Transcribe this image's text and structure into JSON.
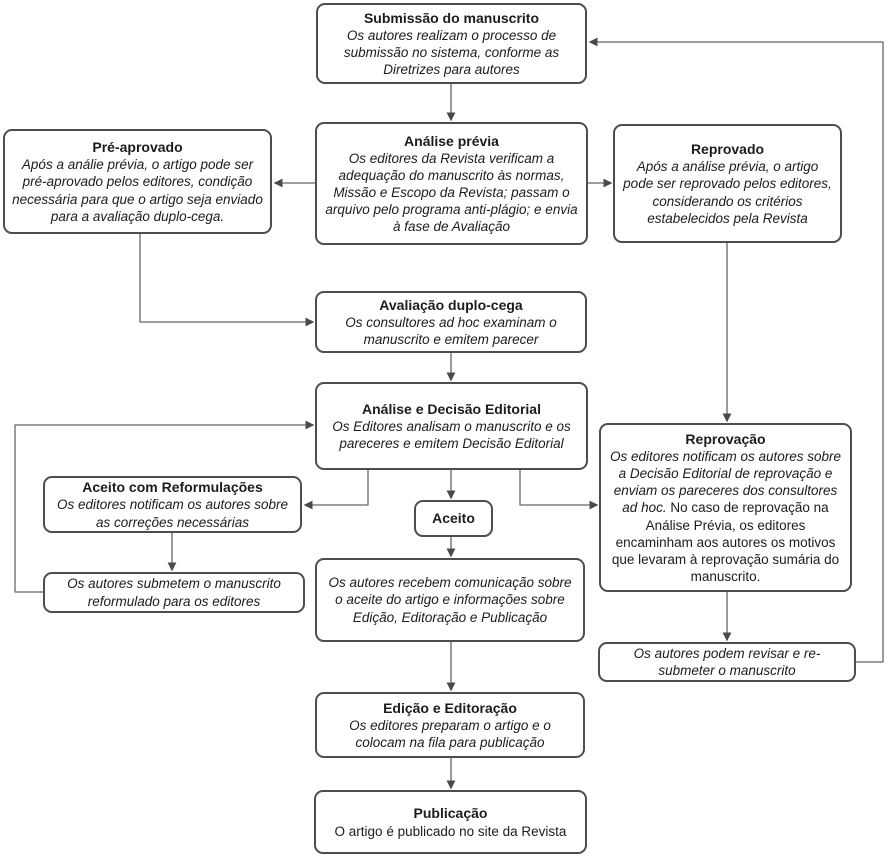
{
  "diagram": {
    "type": "flowchart",
    "language": "pt-BR",
    "colors": {
      "box_border": "#4d4d4d",
      "box_fill": "#ffffff",
      "connector": "#666666",
      "arrowhead": "#4a4a4a",
      "text": "#1c1c1c"
    },
    "nodes": {
      "submissao": {
        "title": "Submissão do manuscrito",
        "body": "Os autores realizam o processo de submissão no sistema, conforme as Diretrizes para autores"
      },
      "pre_aprovado": {
        "title": "Pré-aprovado",
        "body": "Após a análie prévia, o artigo pode ser pré-aprovado pelos editores, condição necessária para que o artigo seja enviado para a avaliação duplo-cega."
      },
      "analise_previa": {
        "title": "Análise prévia",
        "body": "Os editores da Revista verificam a adequação do manuscrito às normas, Missão e Escopo da Revista; passam o arquivo pelo programa anti-plágio; e envia à fase de Avaliação"
      },
      "reprovado": {
        "title": "Reprovado",
        "body": "Após a análise prévia, o artigo pode ser reprovado pelos editores, considerando os critérios estabelecidos pela Revista"
      },
      "avaliacao": {
        "title": "Avaliação duplo-cega",
        "body": "Os consultores ad hoc examinam o manuscrito e emitem parecer"
      },
      "analise_decisao": {
        "title": "Análise e Decisão Editorial",
        "body": "Os Editores analisam o manuscrito e os pareceres e emitem Decisão Editorial"
      },
      "reprovacao": {
        "title": "Reprovação",
        "body_italic": "Os editores notificam os autores sobre a Decisão Editorial de reprovação e enviam os pareceres dos consultores ad hoc.",
        "body_regular": " No caso de reprovação na Análise Prévia, os editores encaminham aos autores os motivos que levaram à reprovação sumária do manuscrito."
      },
      "aceito_reformulacoes": {
        "title": "Aceito com Reformulações",
        "body": "Os editores notificam os autores sobre as correções necessárias"
      },
      "aceito": {
        "title": "Aceito"
      },
      "submetem_reformulado": {
        "body": "Os autores submetem o manuscrito reformulado para os editores"
      },
      "recebem_comunicacao": {
        "body": "Os autores recebem comunicação sobre o aceite do artigo e informações sobre Edição, Editoração e Publicação"
      },
      "podem_revisar": {
        "body": "Os autores podem revisar e re-submeter o manuscrito"
      },
      "edicao": {
        "title": "Edição e Editoração",
        "body": "Os editores preparam o artigo e o colocam na fila para publicação"
      },
      "publicacao": {
        "title": "Publicação",
        "body": "O artigo é publicado no site da Revista"
      }
    },
    "edges": [
      "submissao -> analise_previa",
      "analise_previa -> pre_aprovado",
      "analise_previa -> reprovado",
      "pre_aprovado -> avaliacao",
      "avaliacao -> analise_decisao",
      "analise_decisao -> aceito_reformulacoes",
      "analise_decisao -> aceito",
      "analise_decisao -> reprovacao",
      "reprovado -> reprovacao",
      "aceito_reformulacoes -> submetem_reformulado",
      "submetem_reformulado -> analise_decisao",
      "aceito -> recebem_comunicacao",
      "recebem_comunicacao -> edicao",
      "reprovacao -> podem_revisar",
      "podem_revisar -> submissao",
      "edicao -> publicacao"
    ]
  }
}
